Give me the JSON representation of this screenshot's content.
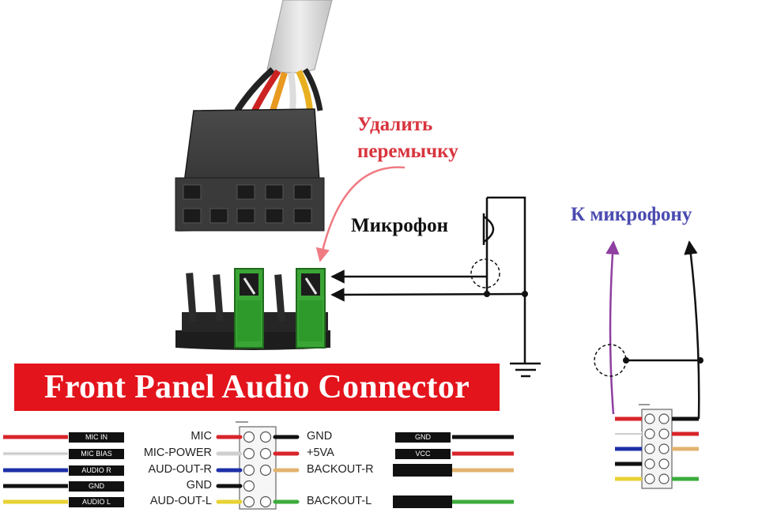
{
  "labels": {
    "remove_jumper_line1": "Удалить",
    "remove_jumper_line2": "перемычку",
    "microphone": "Микрофон",
    "to_microphone": "К микрофону",
    "banner": "Front Panel Audio Connector"
  },
  "pins_left": [
    {
      "tag": "MIC IN",
      "label": "MIC",
      "wire_color": "#d9242b"
    },
    {
      "tag": "MIC BIAS",
      "label": "MIC-POWER",
      "wire_color": "#ffffff"
    },
    {
      "tag": "AUDIO R",
      "label": "AUD-OUT-R",
      "wire_color": "#1e2fa8"
    },
    {
      "tag": "GND",
      "label": "GND",
      "wire_color": "#111111"
    },
    {
      "tag": "AUDIO L",
      "label": "AUD-OUT-L",
      "wire_color": "#e8d233"
    }
  ],
  "pins_right": [
    {
      "label": "GND",
      "tag": "GND",
      "wire_color": "#111111"
    },
    {
      "label": "+5VA",
      "tag": "VCC",
      "wire_color": "#d9242b"
    },
    {
      "label": "BACKOUT-R",
      "tag": "",
      "wire_color": "#e2b36f"
    },
    {
      "label": "BACKOUT-L",
      "tag": "",
      "wire_color": "#3dab3d"
    }
  ],
  "colors": {
    "banner": "#e3141c",
    "jumper": "#3aa535",
    "arrow_pink": "#f07a82",
    "wire_purple": "#8e3fa0"
  }
}
